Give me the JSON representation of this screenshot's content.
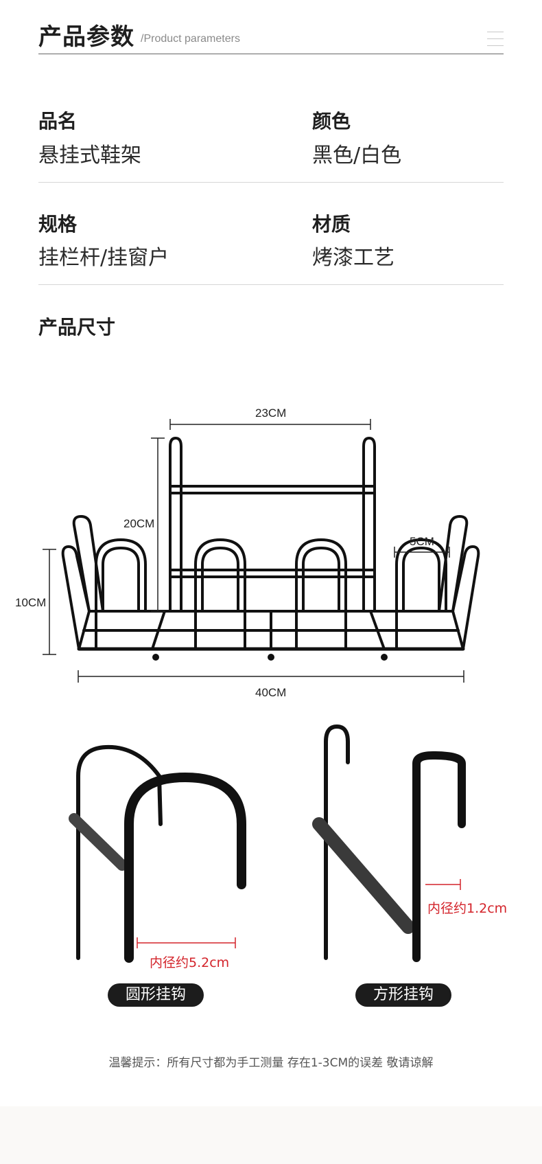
{
  "header": {
    "title": "产品参数",
    "subtitle": "/Product parameters"
  },
  "params": [
    {
      "label": "品名",
      "value": "悬挂式鞋架"
    },
    {
      "label": "颜色",
      "value": "黑色/白色"
    },
    {
      "label": "规格",
      "value": "挂栏杆/挂窗户"
    },
    {
      "label": "材质",
      "value": "烤漆工艺"
    }
  ],
  "size_section": {
    "title": "产品尺寸",
    "dimensions": {
      "top_width": "23CM",
      "height": "20CM",
      "hook_gap": "5CM",
      "side_height": "10CM",
      "total_width": "40CM"
    }
  },
  "hooks": {
    "round": {
      "inner_diameter": "内径约5.2cm",
      "label": "圆形挂钩"
    },
    "square": {
      "inner_diameter": "内径约1.2cm",
      "label": "方形挂钩"
    }
  },
  "note": "温馨提示：所有尺寸都为手工测量 存在1-3CM的误差 敬请谅解",
  "colors": {
    "accent_red": "#d3232a",
    "pill_bg": "#1c1c1c"
  }
}
